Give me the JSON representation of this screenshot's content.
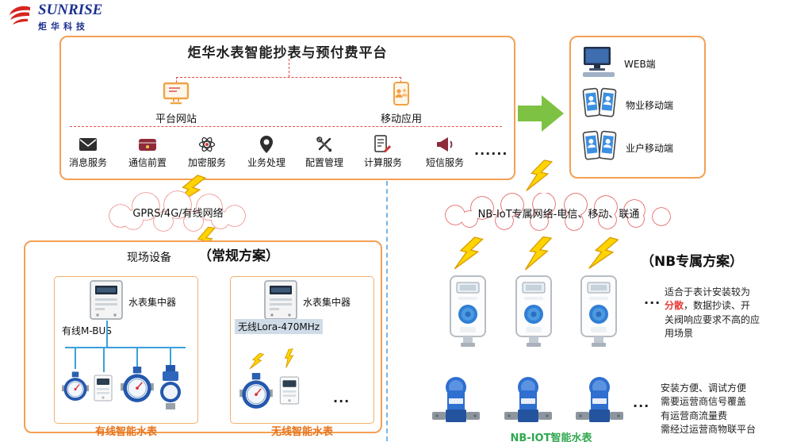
{
  "logo": {
    "brand": "SUNRISE",
    "subtitle": "炬华科技"
  },
  "platform": {
    "title": "炬华水表智能抄表与预付费平台",
    "website_label": "平台网站",
    "mobile_label": "移动应用",
    "services": [
      {
        "label": "消息服务",
        "icon": "envelope-icon"
      },
      {
        "label": "通信前置",
        "icon": "wallet-icon"
      },
      {
        "label": "加密服务",
        "icon": "atom-icon"
      },
      {
        "label": "业务处理",
        "icon": "location-pin-icon"
      },
      {
        "label": "配置管理",
        "icon": "tools-icon"
      },
      {
        "label": "计算服务",
        "icon": "document-pencil-icon"
      },
      {
        "label": "短信服务",
        "icon": "megaphone-icon"
      }
    ],
    "services_more": "......"
  },
  "clients": {
    "items": [
      {
        "label": "WEB端",
        "icon": "desktop-icon"
      },
      {
        "label": "物业移动端",
        "icon": "mobile-phones-icon"
      },
      {
        "label": "业户移动端",
        "icon": "mobile-phones-icon"
      }
    ]
  },
  "networks": {
    "left_cloud": "GPRS/4G/有线网络",
    "right_cloud": "NB-IoT专属网络-电信、移动、联通"
  },
  "field": {
    "title": "现场设备",
    "scheme": "（常规方案）",
    "wired": {
      "concentrator_label": "水表集中器",
      "bus_label": "有线M-BUS",
      "caption": "有线智能水表"
    },
    "wireless": {
      "concentrator_label": "水表集中器",
      "bus_label": "无线Lora-470MHz",
      "caption": "无线智能水表",
      "more": "..."
    }
  },
  "nb": {
    "scheme": "（NB专属方案）",
    "meters_more": "...",
    "note1_pre": "适合于表计安装较为",
    "note1_red": "分散",
    "note1_post": "，数据抄读、开关阀响应要求不高的应用场景",
    "valves_more": "...",
    "note2_lines": [
      "安装方便、调试方便",
      "需要运营商信号覆盖",
      "有运营商流量费",
      "需经过运营商物联平台"
    ],
    "caption": "NB-IOT智能水表"
  },
  "colors": {
    "box_orange": "#F3A055",
    "caption_orange": "#E8731A",
    "caption_green": "#2FA84F",
    "highlight_red": "#E53935",
    "bolt_yellow": "#FFD400",
    "arrow_green": "#7DC242",
    "cloud_red": "#E05050",
    "divider_blue": "#74B6E8"
  }
}
